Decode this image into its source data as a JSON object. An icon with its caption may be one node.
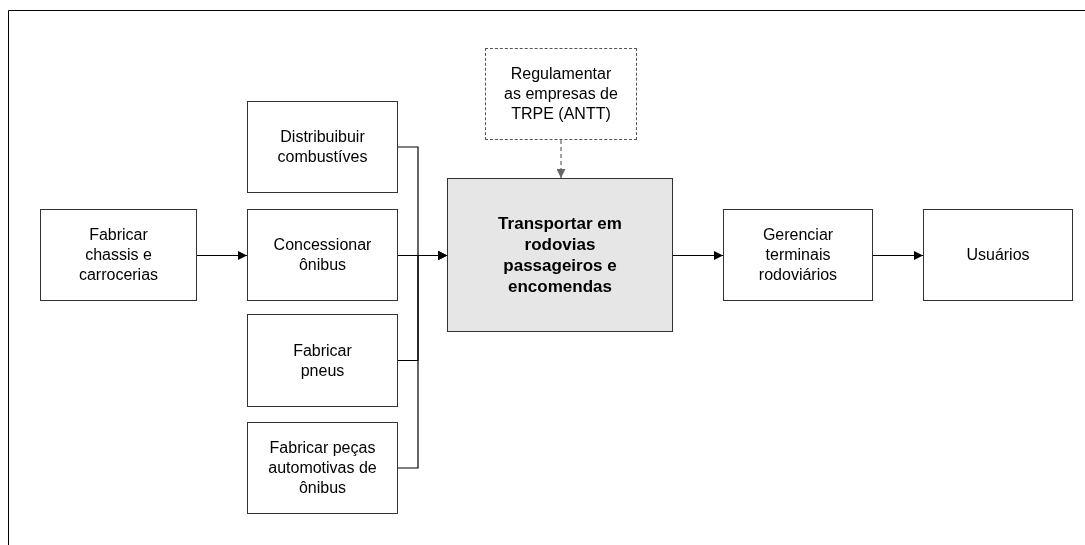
{
  "diagram": {
    "nodes": [
      {
        "text": [
          "Fabricar chassis e carrocerias"
        ]
      },
      {
        "text": [
          "Distribuibuir combustíves"
        ]
      },
      {
        "text": [
          "Concessionar ônibus"
        ]
      },
      {
        "text": [
          "Fabricar pneus"
        ]
      },
      {
        "text": [
          "Fabricar peças automotivas de ônibus"
        ]
      },
      {
        "text": [
          "Regulamentar as empresas de TRPE (ANTT)"
        ]
      },
      {
        "text": [
          "Transportar em rodovias passageiros e encomendas"
        ]
      },
      {
        "text": [
          "Gerenciar terminais rodoviários"
        ]
      },
      {
        "text": [
          "Usuários"
        ]
      }
    ],
    "edges": [
      {
        "from": 0,
        "to": 2,
        "arrow": "to"
      },
      {
        "from": 1,
        "to": 6,
        "arrow": "to"
      },
      {
        "from": 2,
        "to": 6,
        "arrow": "to"
      },
      {
        "from": 3,
        "to": 6,
        "arrow": "to"
      },
      {
        "from": 4,
        "to": 6,
        "arrow": "to"
      },
      {
        "from": 5,
        "to": 6,
        "arrow": "to",
        "style": "dashed",
        "color": "#666666"
      },
      {
        "from": 6,
        "to": 7,
        "arrow": "to"
      },
      {
        "from": 7,
        "to": 8,
        "arrow": "to"
      }
    ]
  }
}
